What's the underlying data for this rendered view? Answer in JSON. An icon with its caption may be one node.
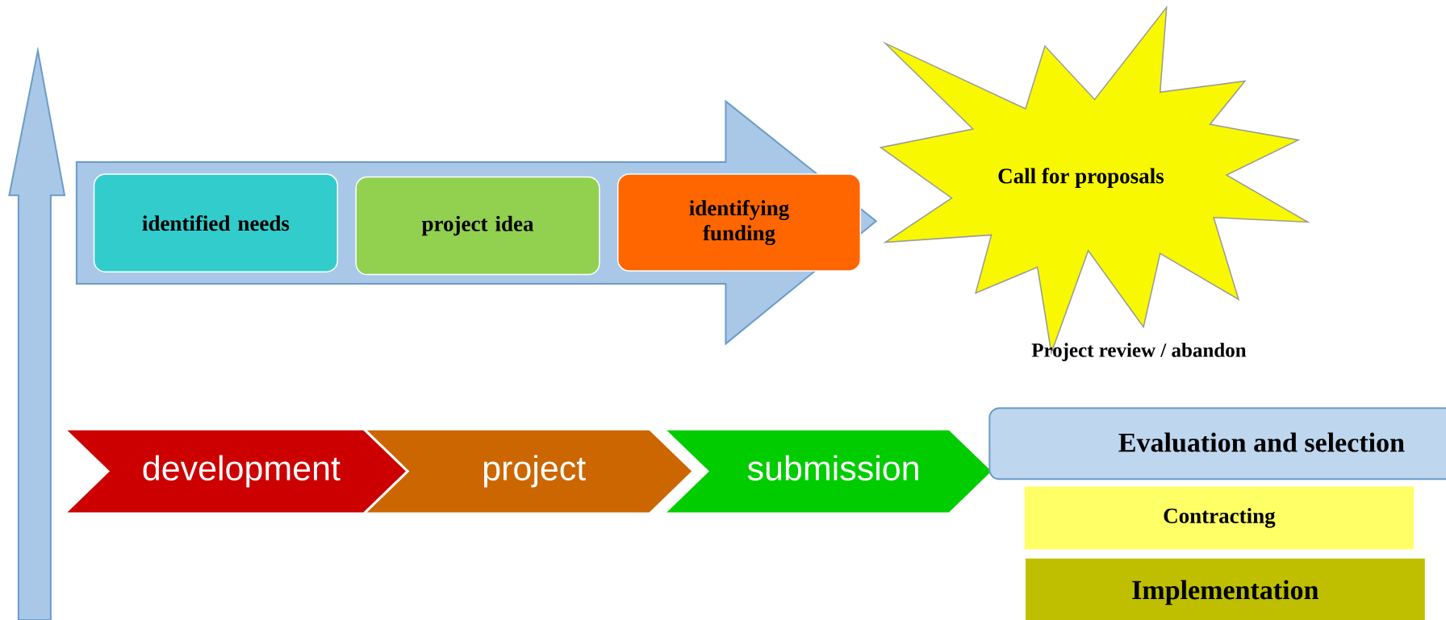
{
  "diagram": {
    "nodes": [
      {
        "text": [],
        "shape": "arrow"
      },
      {
        "text": [
          "identified needs"
        ],
        "in": 0
      },
      {
        "text": [
          "project idea"
        ],
        "in": 0
      },
      {
        "text": [
          "identifying funding"
        ],
        "in": 0
      },
      {
        "text": [
          "Call for proposals"
        ]
      },
      {
        "text": [
          "development"
        ]
      },
      {
        "text": [
          "project"
        ]
      },
      {
        "text": [
          "submission"
        ]
      },
      {
        "text": [
          "Evaluation and selection"
        ]
      },
      {
        "text": [
          "Contracting"
        ]
      },
      {
        "text": [
          "Implementation"
        ]
      }
    ],
    "labels": [
      "Project review / abandon"
    ]
  }
}
